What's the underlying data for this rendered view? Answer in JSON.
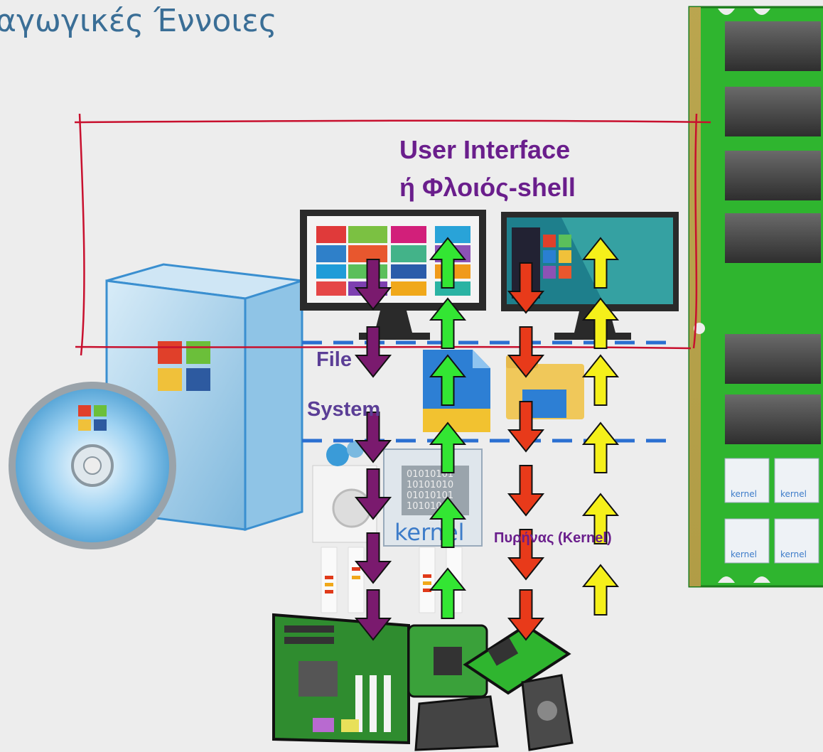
{
  "title": "αγωγικές Έννοιες",
  "labels": {
    "ui_line1": "User Interface",
    "ui_line2": "ή Φλοιός-shell",
    "file": "File",
    "system": "System",
    "kernel_layer": "Πυρήνας (Kernel)",
    "kernel_logo": "kernel",
    "binary": [
      "01010101",
      "10101010",
      "01010101",
      "10101010"
    ]
  },
  "colors": {
    "title": "#3a6e96",
    "label_purple": "#6a1e8c",
    "frame_red": "#c8102e",
    "dashed_blue": "#2a6fd1",
    "arrow_purple": "#7a1a6e",
    "arrow_green": "#33e633",
    "arrow_red": "#e83a1a",
    "arrow_yellow": "#f5f01a",
    "ram_green": "#2fb52f"
  },
  "icons": [
    "windows-box-icon",
    "install-disc-icon",
    "monitor-metro-icon",
    "monitor-desktop-icon",
    "file-icon",
    "folder-icon",
    "gear-box-icon",
    "kernel-icon",
    "ram-module-icon",
    "motherboard-icon",
    "chip-icon",
    "hard-drive-icon"
  ]
}
